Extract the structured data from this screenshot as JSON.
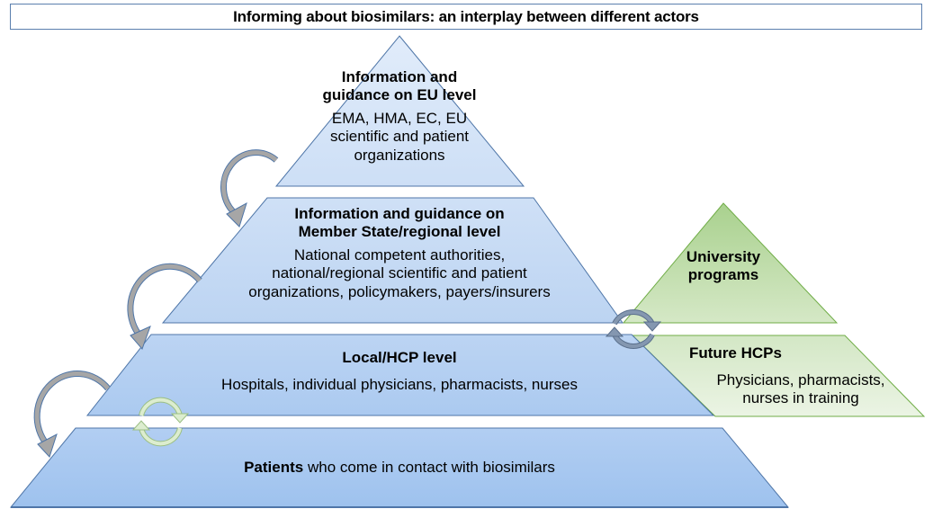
{
  "title": "Informing about biosimilars: an interplay between different actors",
  "colors": {
    "blue_edge": "#4f76a8",
    "blue_fill_light": "#dbe8f8",
    "blue_fill_dark": "#9fc3ef",
    "green_edge": "#70ad47",
    "green_fill_light": "#e6f0dc",
    "green_fill_dark": "#a9d18e",
    "grey_arrow": "#a6a6a6",
    "cycle_blue_grey": "#8497b0",
    "cycle_green": "#d3e8bf"
  },
  "pyramid": {
    "eu_level": {
      "heading_line1": "Information and",
      "heading_line2": "guidance on EU level",
      "body_line1": "EMA, HMA, EC, EU",
      "body_line2": "scientific and patient",
      "body_line3": "organizations"
    },
    "member_state_level": {
      "heading_line1": "Information and guidance on",
      "heading_line2": "Member State/regional level",
      "body_line1": "National competent authorities,",
      "body_line2": "national/regional scientific and patient",
      "body_line3": "organizations, policymakers, payers/insurers"
    },
    "local_hcp_level": {
      "heading": "Local/HCP level",
      "body": "Hospitals, individual physicians, pharmacists, nurses"
    },
    "patients_level": {
      "bold": "Patients",
      "rest": " who come in contact with biosimilars"
    }
  },
  "side_pyramid": {
    "university": {
      "heading_line1": "University",
      "heading_line2": "programs"
    },
    "future_hcps": {
      "heading": "Future HCPs",
      "body_line1": "Physicians, pharmacists,",
      "body_line2": "nurses in training"
    }
  },
  "icons": {
    "down_arrows": "curved-down-arrow-icon",
    "cycles": "cycle-arrows-icon"
  }
}
